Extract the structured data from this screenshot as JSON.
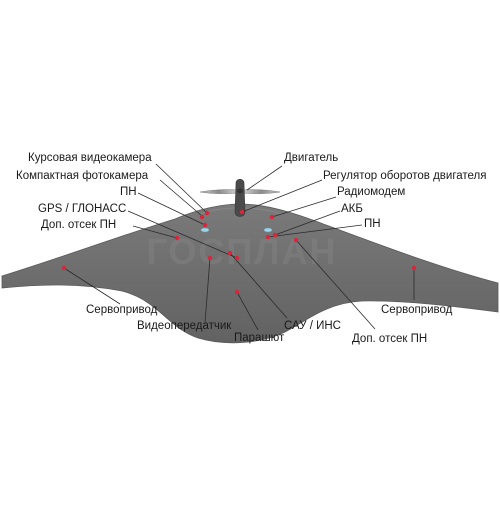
{
  "diagram": {
    "watermark": "ГОСПЛАН",
    "labels": {
      "kursovaya": "Курсовая видеокамера",
      "kompakt": "Компактная фотокамера",
      "pn_left": "ПН",
      "gps": "GPS / ГЛОНАСС",
      "dop_left": "Доп. отсек ПН",
      "servo_left": "Сервопривод",
      "video_tx": "Видеопередатчик",
      "parachute": "Парашют",
      "sau": "САУ / ИНС",
      "dop_right": "Доп. отсек ПН",
      "servo_right": "Сервопривод",
      "engine": "Двигатель",
      "regulator": "Регулятор оборотов двигателя",
      "radio": "Радиомодем",
      "akb": "АКБ",
      "pn_right": "ПН"
    },
    "colors": {
      "wing": "#6e6e6e",
      "wing_edge": "#5e5e5e",
      "marker": "#d9263a",
      "leader": "#2b2b2b",
      "lens": "#9fd4e6"
    }
  }
}
